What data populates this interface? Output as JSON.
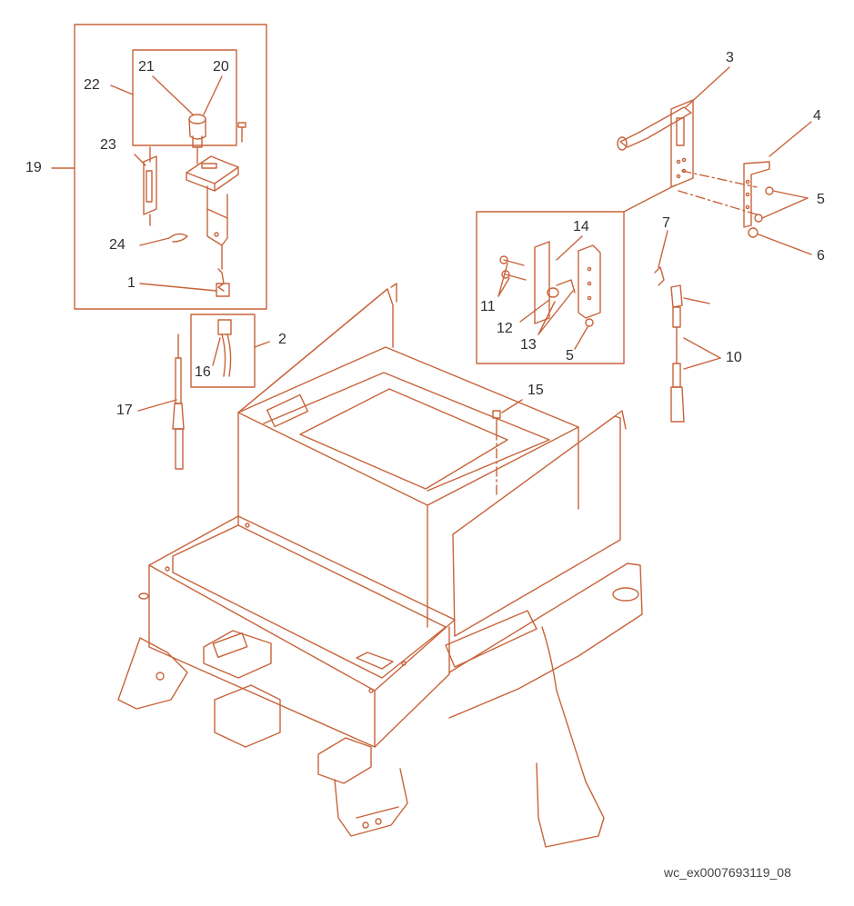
{
  "diagram": {
    "accent_color": "#c8633a",
    "reference_code": "wc_ex0007693119_08",
    "callouts": {
      "c1": "1",
      "c2": "2",
      "c3": "3",
      "c4": "4",
      "c5a": "5",
      "c5b": "5",
      "c6": "6",
      "c7": "7",
      "c10": "10",
      "c11": "11",
      "c12": "12",
      "c13": "13",
      "c14": "14",
      "c15": "15",
      "c16": "16",
      "c17": "17",
      "c19": "19",
      "c20": "20",
      "c21": "21",
      "c22": "22",
      "c23": "23",
      "c24": "24"
    }
  }
}
